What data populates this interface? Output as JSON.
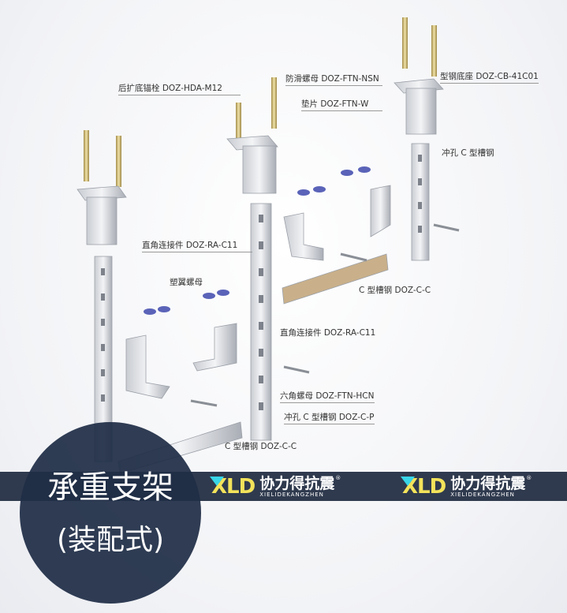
{
  "labels": {
    "anchor": "后扩底锚栓 DOZ-HDA-M12",
    "nonslip_nut": "防滑螺母 DOZ-FTN-NSN",
    "washer": "垫片 DOZ-FTN-W",
    "base": "型钢底座 DOZ-CB-41C01",
    "punched_channel_top": "冲孔 C 型槽钢",
    "right_angle_1": "直角连接件 DOZ-RA-C11",
    "wing_nut": "塑翼螺母",
    "channel_1": "C 型槽钢 DOZ-C-C",
    "right_angle_2": "直角连接件 DOZ-RA-C11",
    "hex_nut": "六角螺母 DOZ-FTN-HCN",
    "punched_channel": "冲孔 C 型槽钢 DOZ-C-P",
    "channel_2": "C 型槽钢 DOZ-C-C"
  },
  "brand": {
    "name_cn": "协力得抗震",
    "name_en": "XIELIDEKANGZHEN",
    "logo": "XLD",
    "reg": "®"
  },
  "title": {
    "main": "承重支架",
    "sub": "(装配式)"
  },
  "colors": {
    "banner": "#2f3a4e",
    "circle": "#1f2d46",
    "logo_yellow": "#f3e35a",
    "logo_cyan": "#38d6e8"
  }
}
